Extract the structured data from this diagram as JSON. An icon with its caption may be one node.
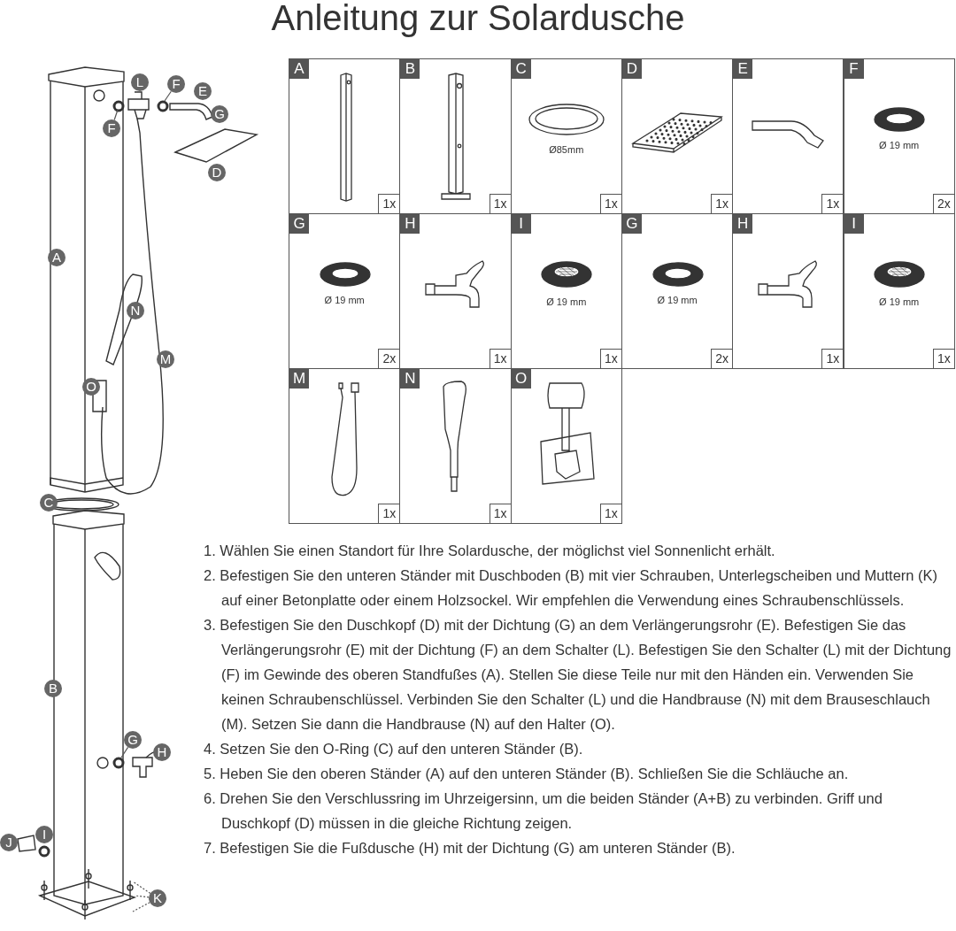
{
  "diagram": {
    "title": "Anleitung zur Solardusche",
    "nodes": [
      {
        "text": [
          "A",
          "1x"
        ]
      },
      {
        "text": [
          "B",
          "1x"
        ]
      },
      {
        "text": [
          "C",
          "Ø85mm",
          "1x"
        ]
      },
      {
        "text": [
          "D",
          "1x"
        ]
      },
      {
        "text": [
          "E",
          "1x"
        ]
      },
      {
        "text": [
          "F",
          "Ø 19 mm",
          "2x"
        ]
      },
      {
        "text": [
          "G",
          "Ø 19 mm",
          "2x"
        ]
      },
      {
        "text": [
          "H",
          "1x"
        ]
      },
      {
        "text": [
          "I",
          "Ø 19 mm",
          "1x"
        ]
      },
      {
        "text": [
          "G",
          "Ø 19 mm",
          "2x"
        ]
      },
      {
        "text": [
          "H",
          "1x"
        ]
      },
      {
        "text": [
          "I",
          "Ø 19 mm",
          "1x"
        ]
      },
      {
        "text": [
          "M",
          "1x"
        ]
      },
      {
        "text": [
          "N",
          "1x"
        ]
      },
      {
        "text": [
          "O",
          "1x"
        ]
      },
      {
        "text": [
          "L"
        ]
      },
      {
        "text": [
          "F"
        ]
      },
      {
        "text": [
          "E"
        ]
      },
      {
        "text": [
          "G"
        ]
      },
      {
        "text": [
          "F"
        ]
      },
      {
        "text": [
          "D"
        ]
      },
      {
        "text": [
          "A"
        ]
      },
      {
        "text": [
          "N"
        ]
      },
      {
        "text": [
          "M"
        ]
      },
      {
        "text": [
          "O"
        ]
      },
      {
        "text": [
          "C"
        ]
      },
      {
        "text": [
          "B"
        ]
      },
      {
        "text": [
          "G"
        ]
      },
      {
        "text": [
          "H"
        ]
      },
      {
        "text": [
          "I"
        ]
      },
      {
        "text": [
          "J"
        ]
      },
      {
        "text": [
          "K"
        ]
      }
    ],
    "edges": [
      {
        "from": 16,
        "to": null,
        "arrow": "none"
      },
      {
        "from": 19,
        "to": null,
        "arrow": "none"
      },
      {
        "from": 27,
        "to": null,
        "arrow": "none"
      },
      {
        "from": 31,
        "to": null,
        "arrow": "none",
        "style": "dashed"
      },
      {
        "from": 31,
        "to": null,
        "arrow": "none",
        "style": "dashed"
      },
      {
        "from": 31,
        "to": null,
        "arrow": "none",
        "style": "dashed"
      }
    ],
    "labels": [
      "1. Wählen Sie einen Standort für Ihre Solardusche, der möglichst viel Sonnenlicht erhält.",
      "2. Befestigen Sie den unteren Ständer mit Duschboden (B) mit vier Schrauben, Unterlegscheiben und Muttern (K) auf einer Betonplatte oder einem Holzsockel. Wir empfehlen die Verwendung eines Schraubenschlüssels.",
      "3. Befestigen Sie den Duschkopf (D) mit der Dichtung (G) an dem Verlängerungsrohr (E). Befestigen Sie das Verlängerungsrohr (E) mit der Dichtung (F) an dem Schalter (L). Befestigen Sie den Schalter (L) mit der Dichtung (F) im Gewinde des oberen Standfußes (A). Stellen Sie diese Teile nur mit den Händen ein. Verwenden Sie keinen Schraubenschlüssel. Verbinden Sie den Schalter (L) und die Handbrause (N) mit dem Brauseschlauch (M). Setzen Sie dann die Handbrause (N) auf den Halter (O).",
      "4. Setzen Sie den O-Ring (C) auf den unteren Ständer (B).",
      "5. Heben Sie den oberen Ständer (A) auf den unteren Ständer (B). Schließen Sie die Schläuche an.",
      "6. Drehen Sie den Verschlussring im Uhrzeigersinn, um die beiden Ständer (A+B) zu verbinden. Griff und Duschkopf (D) müssen in die gleiche Richtung zeigen.",
      "7. Befestigen Sie die Fußdusche (H) mit der Dichtung (G) am unteren Ständer (B)."
    ]
  }
}
